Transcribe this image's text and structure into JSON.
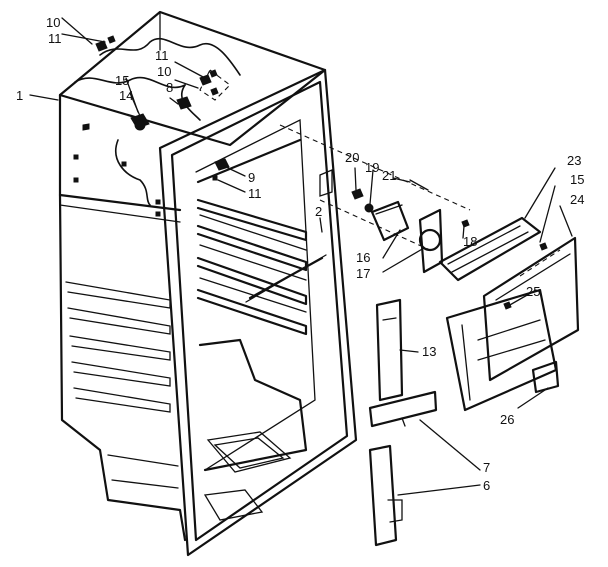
{
  "labels": {
    "c10_top": "10",
    "c11_top": "11",
    "c1": "1",
    "c11_mid": "11",
    "c10_mid": "10",
    "c8": "8",
    "c15_left": "15",
    "c14": "14",
    "c9": "9",
    "c11_shelf": "11",
    "c20": "20",
    "c19": "19",
    "c21": "21",
    "c2": "2",
    "c23": "23",
    "c15_right": "15",
    "c24": "24",
    "c18": "18",
    "c16": "16",
    "c17": "17",
    "c25": "25",
    "c13": "13",
    "c26": "26",
    "c7": "7",
    "c6": "6"
  }
}
